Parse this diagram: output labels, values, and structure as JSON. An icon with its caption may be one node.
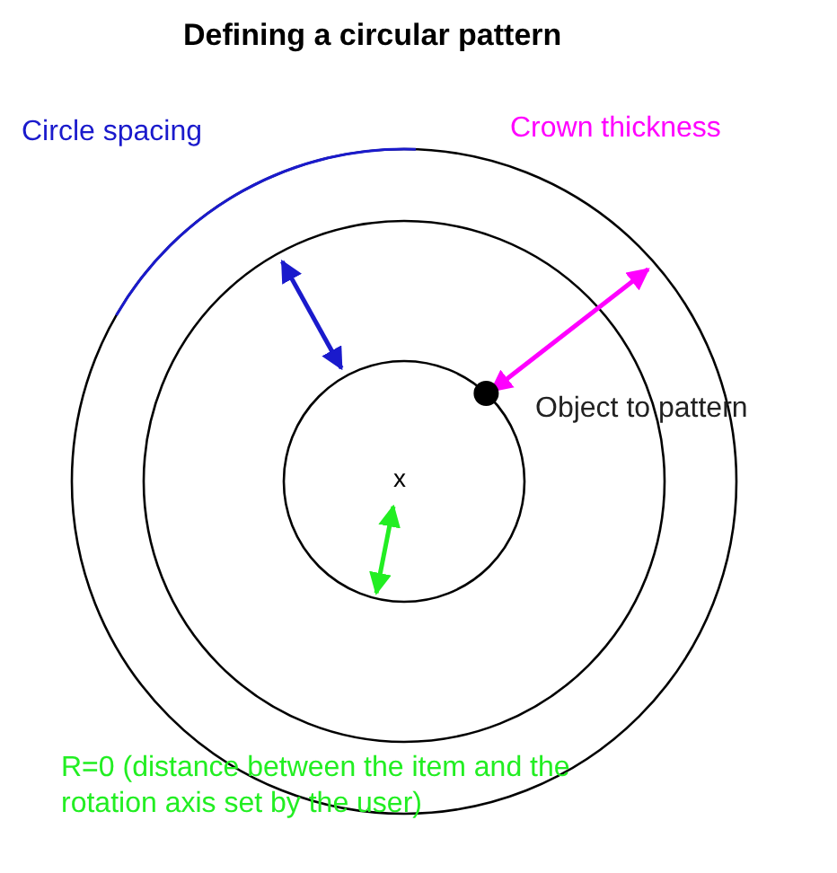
{
  "diagram": {
    "title": "Defining a circular pattern",
    "labels": [
      "Circle spacing",
      "Crown thickness",
      "Object to pattern",
      "x",
      "R=0 (distance between the item and the rotation axis set by the user)"
    ]
  }
}
